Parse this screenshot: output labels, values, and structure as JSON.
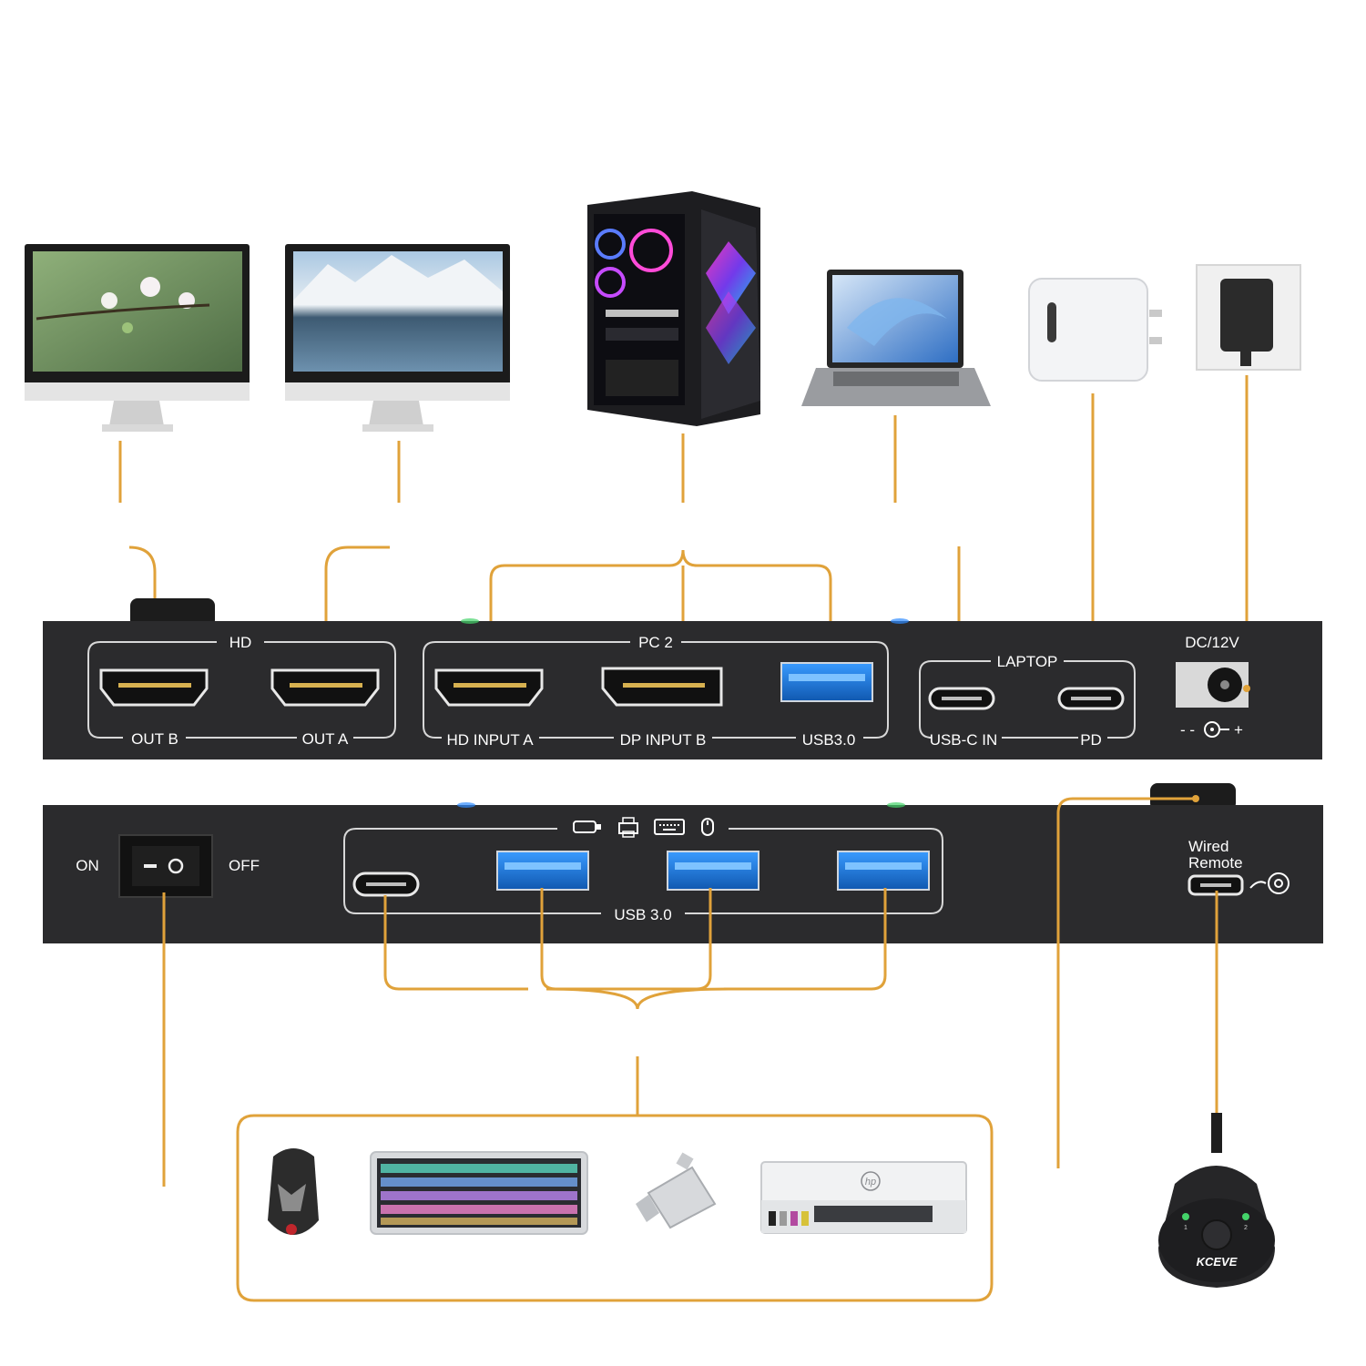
{
  "top_panel": {
    "hd_group": "HD",
    "out_b": "OUT B",
    "out_a": "OUT A",
    "pc2_group": "PC 2",
    "hd_input_a": "HD INPUT A",
    "dp_input_b": "DP INPUT B",
    "usb30": "USB3.0",
    "laptop_group": "LAPTOP",
    "usbc_in": "USB-C IN",
    "pd": "PD",
    "dc": "DC/12V",
    "dc_symbol": "- -",
    "dc_plus": "+"
  },
  "bottom_panel": {
    "on": "ON",
    "off": "OFF",
    "usb_group": "USB  3.0",
    "wired": "Wired",
    "remote": "Remote"
  },
  "remote_brand": "KCEVE",
  "remote_labels": [
    "1",
    "2"
  ],
  "printer_brand": "hp",
  "colors": {
    "wire": "#e0a23a",
    "panel": "#2b2b2d",
    "usb_blue": "#1e78d6",
    "led_green": "#44d36a"
  }
}
